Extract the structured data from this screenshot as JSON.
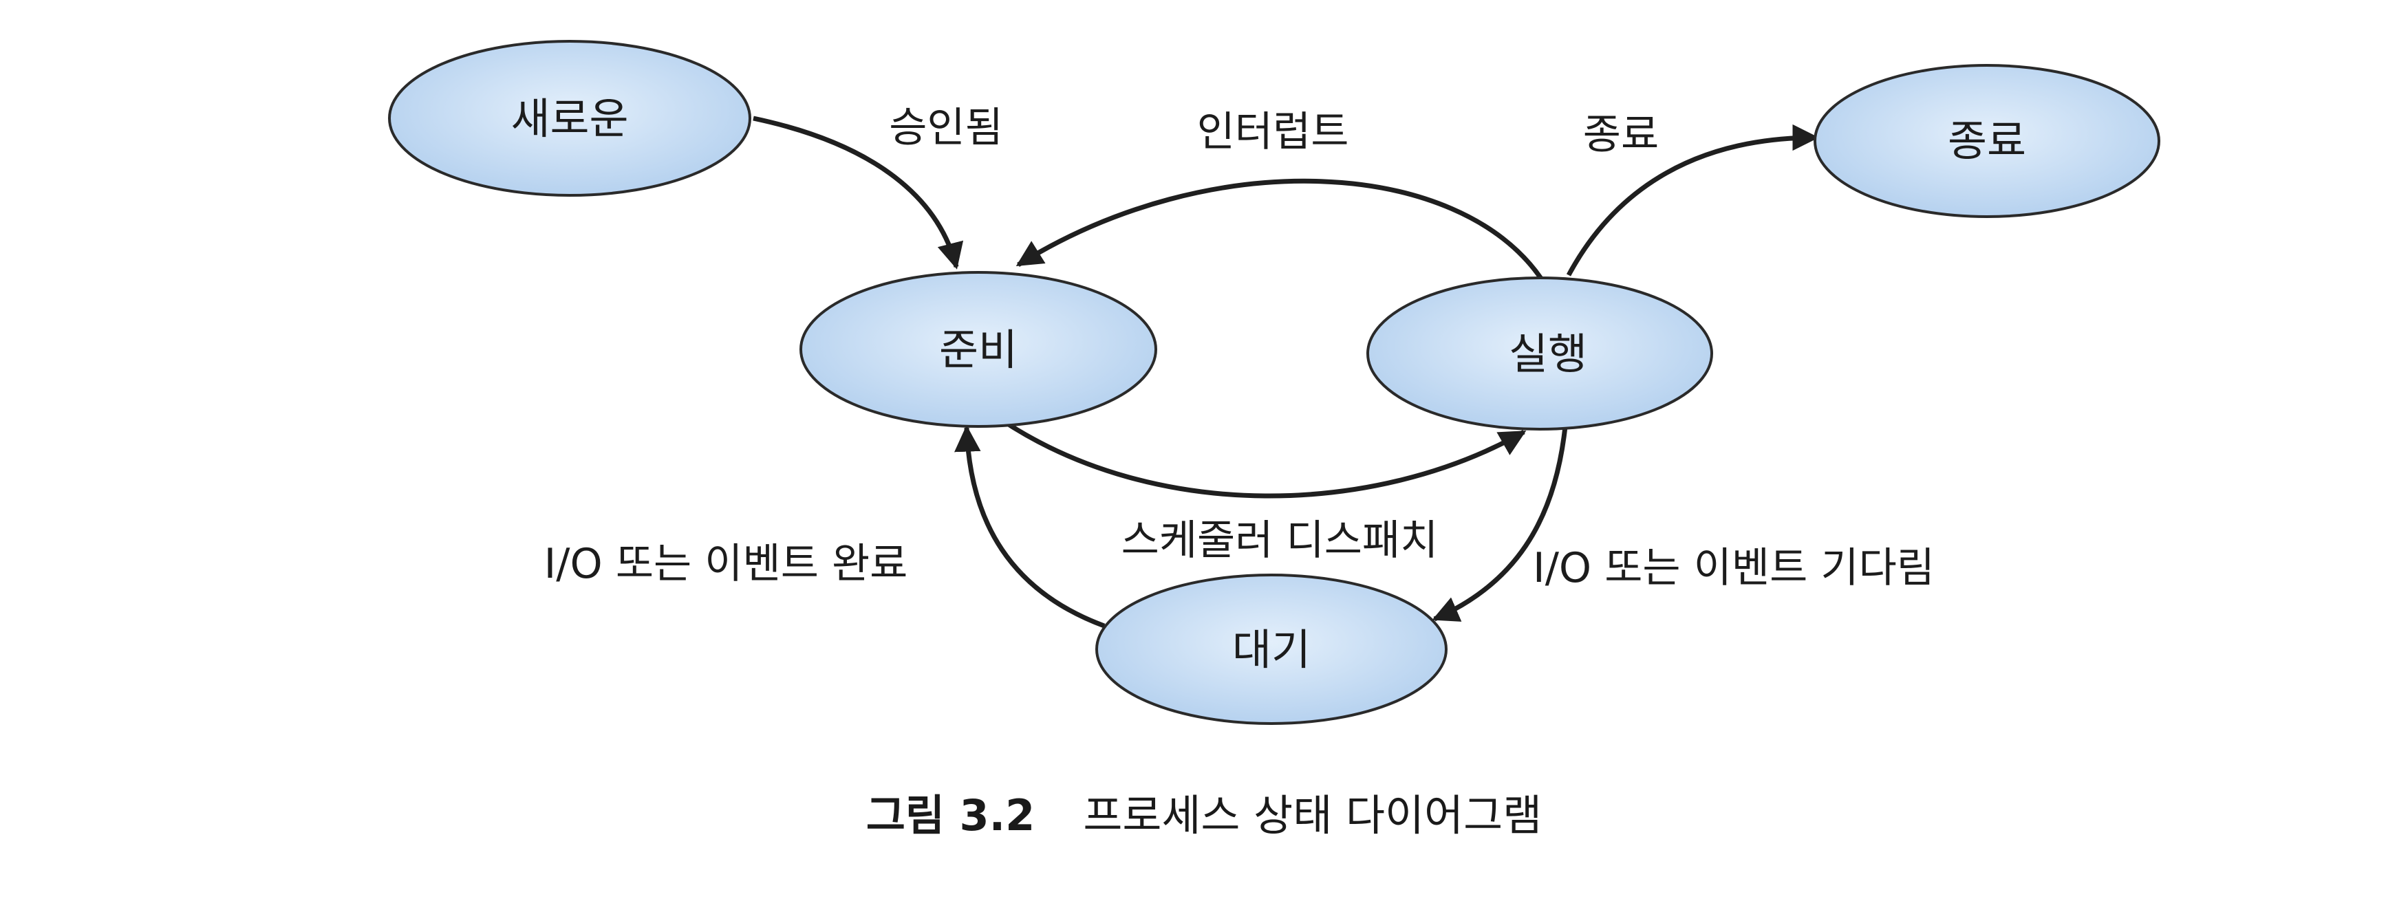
{
  "diagram": {
    "nodes": {
      "new": "새로운",
      "ready": "준비",
      "running": "실행",
      "terminated": "종료",
      "waiting": "대기"
    },
    "edges": {
      "admitted": "승인됨",
      "interrupt": "인터럽트",
      "exit": "종료",
      "scheduler_dispatch": "스케줄러 디스패치",
      "io_completion": "I/O 또는 이벤트 완료",
      "io_wait": "I/O 또는 이벤트 기다림"
    }
  },
  "caption": {
    "number": "그림 3.2",
    "text": "프로세스 상태 다이어그램"
  },
  "colors": {
    "node_fill_center": "#e3effb",
    "node_fill_edge": "#b2cfee",
    "stroke": "#1f1f1f"
  }
}
